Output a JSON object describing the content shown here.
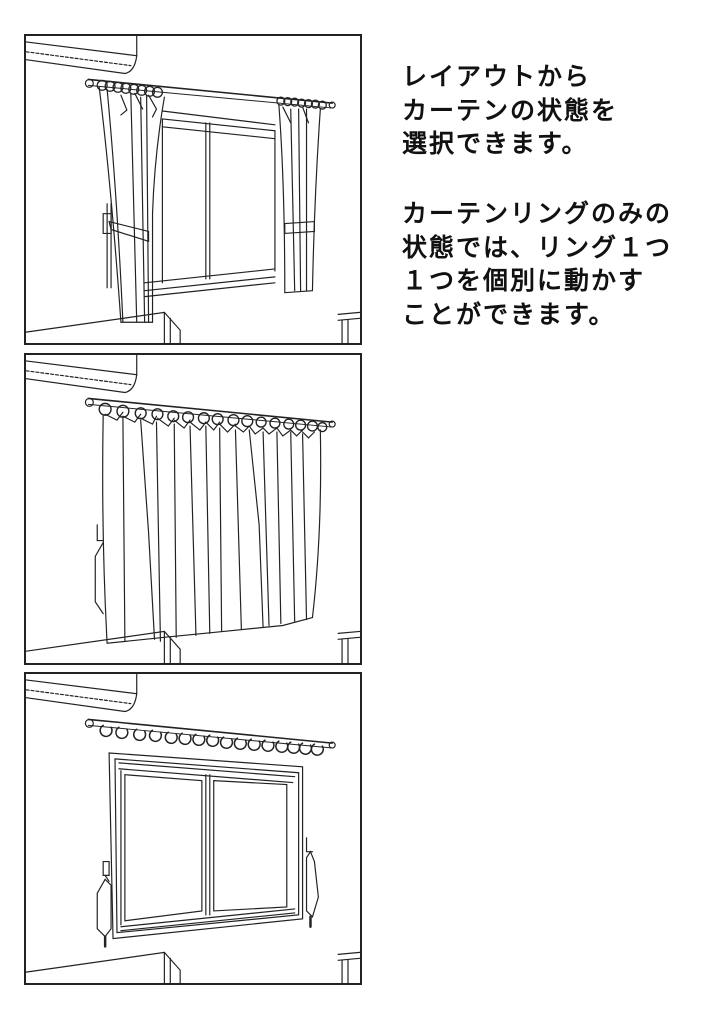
{
  "panels": [
    {
      "id": "panel-1",
      "state": "curtains-tied-back",
      "description": "Window with curtains tied open to both sides with tiebacks",
      "elements": [
        "air-conditioner",
        "curtain-rod",
        "curtain-rings",
        "left-curtain",
        "right-curtain",
        "tiebacks",
        "sliding-window",
        "furniture"
      ]
    },
    {
      "id": "panel-2",
      "state": "curtains-closed",
      "description": "Curtain drawn closed across the window",
      "elements": [
        "air-conditioner",
        "curtain-rod",
        "curtain-rings",
        "closed-curtain",
        "furniture"
      ]
    },
    {
      "id": "panel-3",
      "state": "rings-only",
      "description": "Only curtain rings on the rod, window fully visible",
      "ring_count": 16,
      "elements": [
        "air-conditioner",
        "curtain-rod",
        "curtain-rings",
        "sliding-window",
        "tieback-hooks",
        "furniture"
      ]
    }
  ],
  "captions": [
    {
      "lines": [
        "レイアウトから",
        "カーテンの状態を",
        "選択できます。"
      ]
    },
    {
      "lines": [
        "カーテンリングのみの",
        "状態では、リング１つ",
        "１つを個別に動かす",
        "ことができます。"
      ]
    }
  ],
  "colors": {
    "line": "#222222",
    "background": "#ffffff",
    "text": "#111111"
  }
}
